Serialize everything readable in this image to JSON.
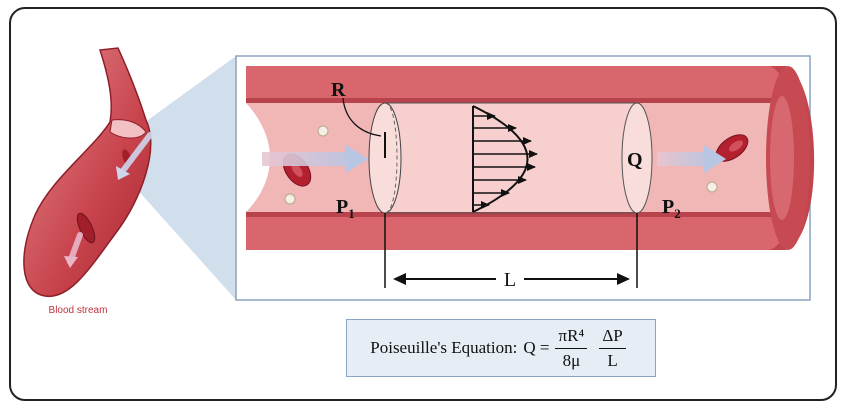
{
  "labels": {
    "radius": "R",
    "flow": "Q",
    "pressure1_base": "P",
    "pressure1_sub": "1",
    "pressure2_base": "P",
    "pressure2_sub": "2",
    "length": "L",
    "blood_stream": "Blood stream"
  },
  "equation": {
    "title": "Poiseuille's Equation:",
    "lhs": "Q =",
    "frac1_num": "πR⁴",
    "frac1_den": "8μ",
    "frac2_num": "ΔP",
    "frac2_den": "L"
  },
  "colors": {
    "vessel_wall": "#d9666c",
    "vessel_lumen": "#f1b6b6",
    "highlight_region": "#c9d9ea",
    "equation_box": "#e6edf5"
  }
}
